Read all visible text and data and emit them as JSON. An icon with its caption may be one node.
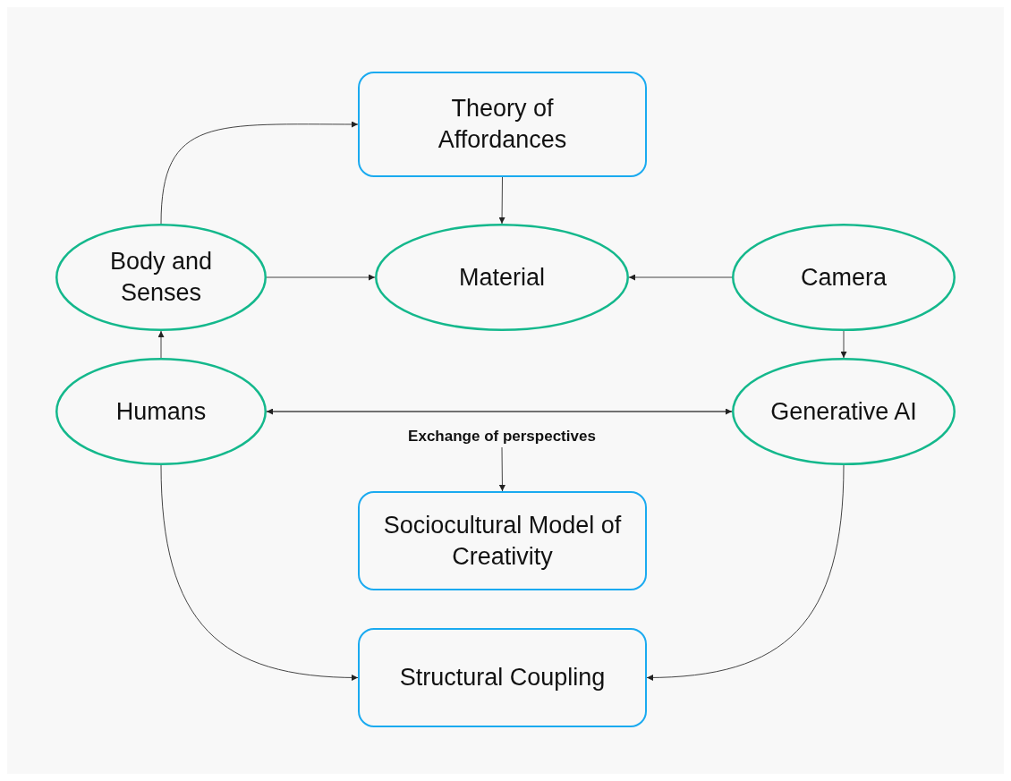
{
  "diagram": {
    "nodes": [
      {
        "text": [
          "Theory of Affordances"
        ]
      },
      {
        "text": [
          "Body and Senses"
        ]
      },
      {
        "text": [
          "Material"
        ]
      },
      {
        "text": [
          "Camera"
        ]
      },
      {
        "text": [
          "Humans"
        ]
      },
      {
        "text": [
          "Generative AI"
        ]
      },
      {
        "text": [
          "Exchange of perspectives"
        ]
      },
      {
        "text": [
          "Sociocultural Model of Creativity"
        ]
      },
      {
        "text": [
          "Structural Coupling"
        ]
      }
    ],
    "edges": [
      {
        "from": 1,
        "to": 0,
        "arrow": "to"
      },
      {
        "from": 0,
        "to": 2,
        "arrow": "to"
      },
      {
        "from": 1,
        "to": 2,
        "arrow": "to"
      },
      {
        "from": 3,
        "to": 2,
        "arrow": "to"
      },
      {
        "from": 3,
        "to": 5,
        "arrow": "to"
      },
      {
        "from": 4,
        "to": 1,
        "arrow": "to"
      },
      {
        "from": 4,
        "to": 5,
        "arrow": "both"
      },
      {
        "from": 6,
        "to": 7,
        "arrow": "to"
      },
      {
        "from": 4,
        "to": 8,
        "arrow": "to"
      },
      {
        "from": 5,
        "to": 8,
        "arrow": "to"
      }
    ]
  }
}
